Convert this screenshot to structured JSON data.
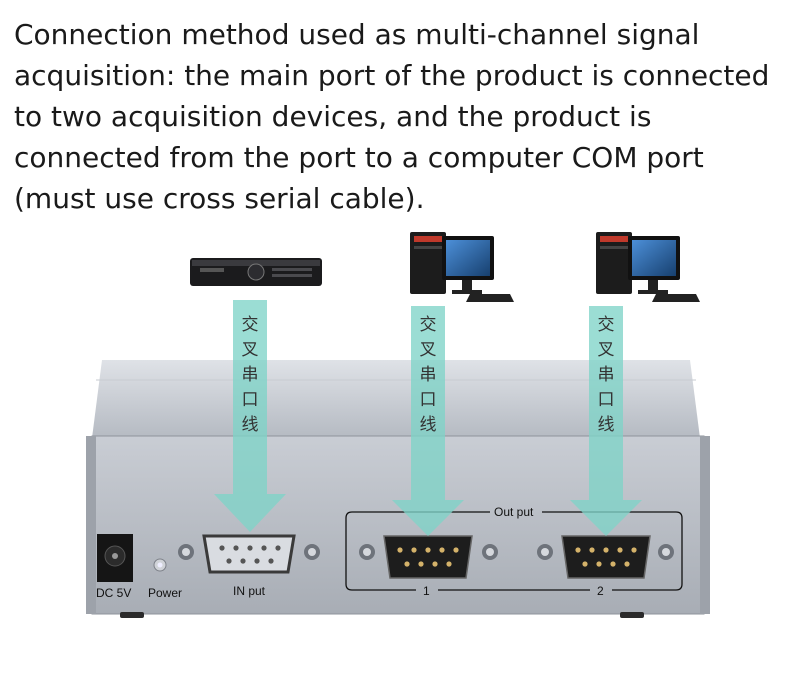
{
  "caption": "Connection method used as multi-channel signal acquisition: the main port of the product is connected to two acquisition devices, and the product is connected from the port to a computer COM port (must use cross serial cable).",
  "arrow_label": "交叉串口线",
  "device": {
    "dc_label": "DC 5V",
    "power_label": "Power",
    "input_label": "IN put",
    "output_group_label": "Out put",
    "port_1": "1",
    "port_2": "2"
  },
  "colors": {
    "arrow": "#7fd4c8",
    "chassis": "#b9bec7",
    "chassis_dark": "#8e939b"
  }
}
